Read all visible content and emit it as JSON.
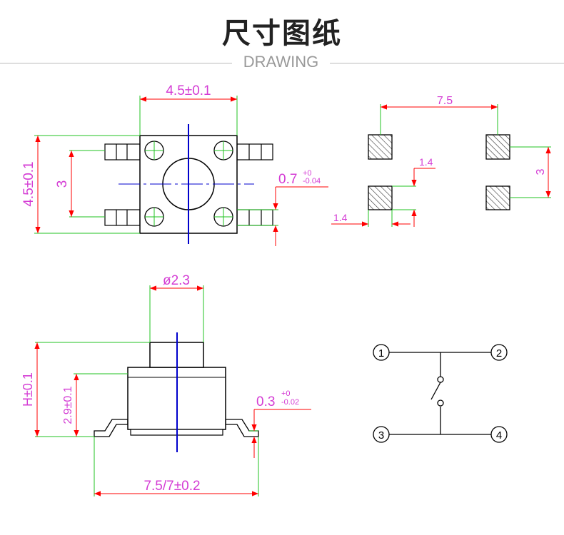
{
  "header": {
    "title": "尺寸图纸",
    "subtitle": "DRAWING"
  },
  "top_view": {
    "width_dim": "4.5±0.1",
    "height_dim": "4.5±0.1",
    "pin_pitch": "3",
    "pin_thickness": "0.7",
    "pin_thickness_tol_upper": "+0",
    "pin_thickness_tol_lower": "-0.04"
  },
  "pcb_layout": {
    "span": "7.5",
    "pad_gap": "1.4",
    "pad_width": "1.4",
    "pitch": "3"
  },
  "side_view": {
    "button_diameter": "ø2.3",
    "total_height": "H±0.1",
    "body_height": "2.9±0.1",
    "lead_thickness": "0.3",
    "lead_thickness_tol_upper": "+0",
    "lead_thickness_tol_lower": "-0.02",
    "lead_span": "7.5/7±0.2"
  },
  "circuit": {
    "pins": [
      "1",
      "2",
      "3",
      "4"
    ]
  },
  "colors": {
    "dimension": "#d43cd4",
    "extension_line": "#22c322",
    "arrow": "#ff0000",
    "centerline": "#0000cc",
    "outline": "#000000"
  }
}
